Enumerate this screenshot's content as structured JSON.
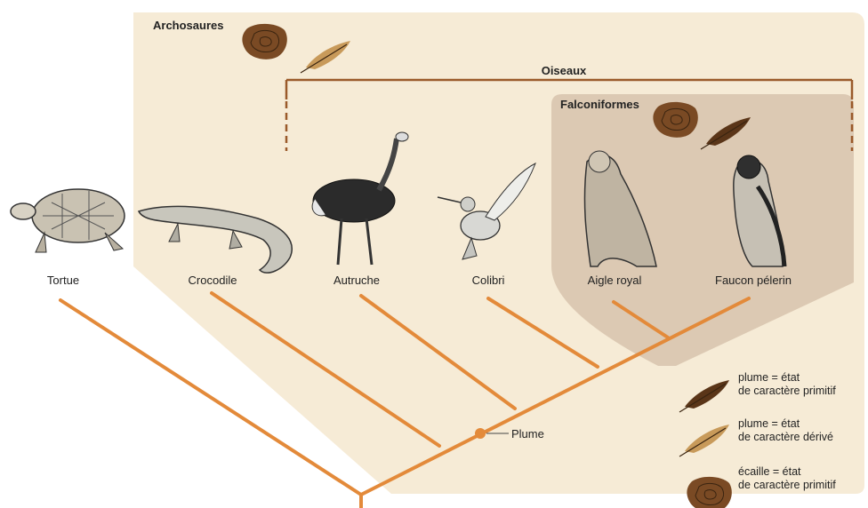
{
  "groups": {
    "archosaures": "Archosaures",
    "oiseaux": "Oiseaux",
    "falconiformes": "Falconiformes"
  },
  "taxa": [
    "Tortue",
    "Crocodile",
    "Autruche",
    "Colibri",
    "Aigle royal",
    "Faucon pélerin"
  ],
  "node_label": "Plume",
  "legend": [
    {
      "icon": "primitive-feather-icon",
      "line1": "plume = état",
      "line2": "de caractère primitif"
    },
    {
      "icon": "derived-feather-icon",
      "line1": "plume = état",
      "line2": "de caractère dérivé"
    },
    {
      "icon": "scale-icon",
      "line1": "écaille = état",
      "line2": "de caractère primitif"
    }
  ],
  "colors": {
    "archosaures_bg": "#f6ebd6",
    "falconiformes_bg": "#dcc9b3",
    "branch": "#e38a3a",
    "oiseaux_line": "#9a5a2a",
    "feather_primitive": "#5a3518",
    "feather_derived": "#c89a5a",
    "scale": "#7a4a24"
  }
}
